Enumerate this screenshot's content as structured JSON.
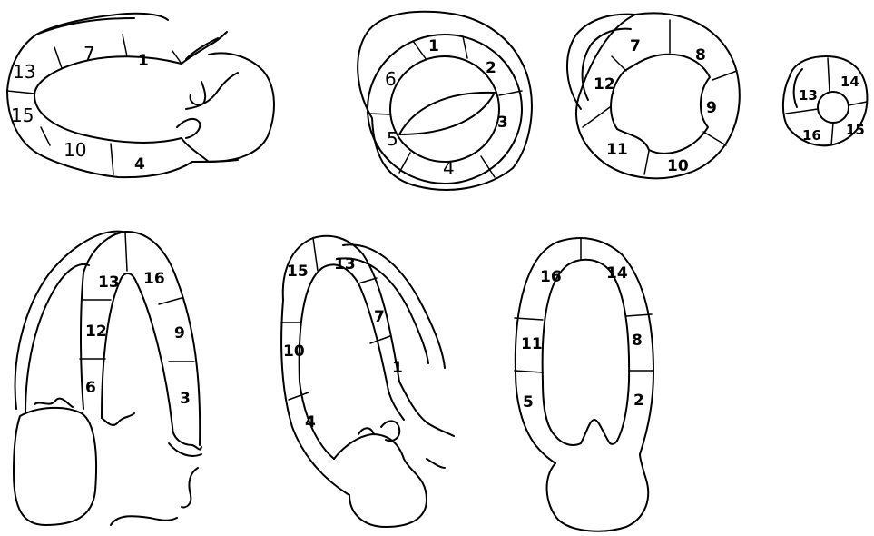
{
  "colors": {
    "background": "#ffffff",
    "stroke": "#000000"
  },
  "views": {
    "plax": {
      "labels": {
        "s13": "13",
        "s7": "7",
        "s1": "1",
        "s15": "15",
        "s10": "10",
        "s4": "4"
      }
    },
    "sax_basal": {
      "labels": {
        "s1": "1",
        "s2": "2",
        "s3": "3",
        "s4": "4",
        "s5": "5",
        "s6": "6"
      }
    },
    "sax_mid": {
      "labels": {
        "s7": "7",
        "s8": "8",
        "s9": "9",
        "s10": "10",
        "s11": "11",
        "s12": "12"
      }
    },
    "sax_apical": {
      "labels": {
        "s13": "13",
        "s14": "14",
        "s15": "15",
        "s16": "16"
      }
    },
    "a4c": {
      "labels": {
        "s13": "13",
        "s16": "16",
        "s12": "12",
        "s9": "9",
        "s6": "6",
        "s3": "3"
      }
    },
    "a3c": {
      "labels": {
        "s15": "15",
        "s13": "13",
        "s7": "7",
        "s10": "10",
        "s1": "1",
        "s4": "4"
      }
    },
    "a2c": {
      "labels": {
        "s16": "16",
        "s14": "14",
        "s11": "11",
        "s8": "8",
        "s5": "5",
        "s2": "2"
      }
    }
  }
}
